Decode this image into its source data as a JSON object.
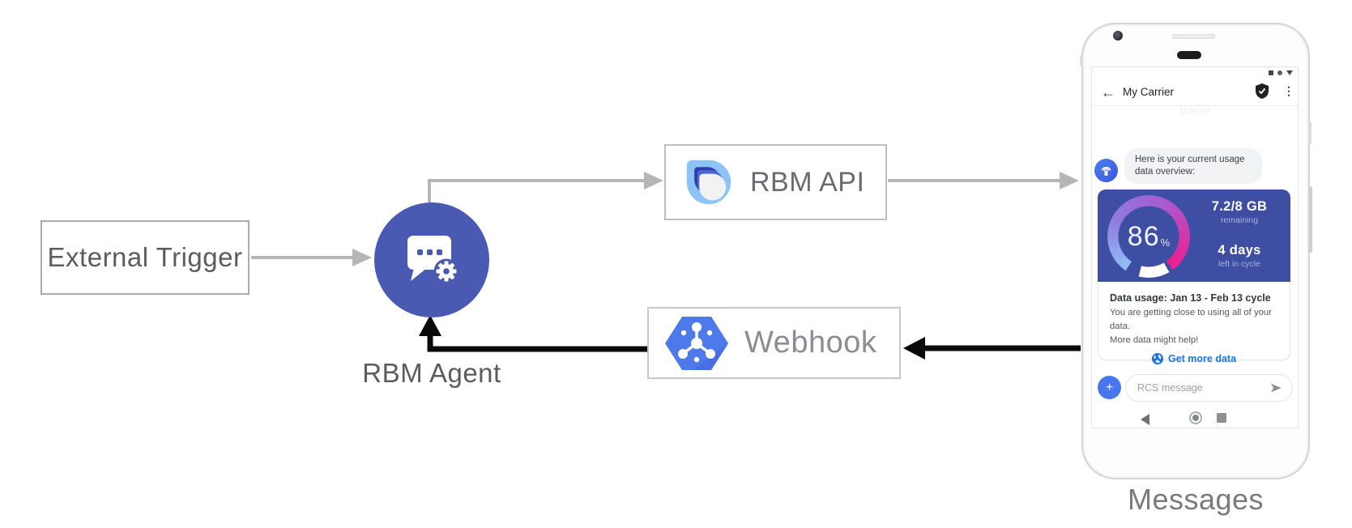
{
  "diagram": {
    "nodes": {
      "external_trigger": {
        "label": "External Trigger"
      },
      "rbm_agent": {
        "label": "RBM Agent"
      },
      "rbm_api": {
        "label": "RBM API"
      },
      "webhook": {
        "label": "Webhook"
      }
    },
    "phone_caption": "Messages",
    "flows": [
      "External Trigger -> RBM Agent",
      "RBM Agent -> RBM API",
      "RBM API -> Phone (Messages)",
      "Phone (Messages) -> Webhook",
      "Webhook -> RBM Agent"
    ]
  },
  "phone": {
    "header": {
      "back_glyph": "←",
      "title": "My Carrier",
      "menu_glyph": "⋮"
    },
    "faint_timestamp": "12:30 PM",
    "conversation": {
      "agent_message": {
        "line1": "Here is your current usage",
        "line2": "data overview:"
      },
      "usage_card": {
        "percent_remaining": "86",
        "percent_symbol": "%",
        "data_remaining_value": "7.2/8 GB",
        "data_remaining_label": "remaining",
        "days_left_value": "4 days",
        "days_left_label": "left in cycle",
        "title": "Data usage: Jan 13 - Feb 13 cycle",
        "body_line1": "You are getting close to using all of your data.",
        "body_line2": "More data might help!",
        "action_label": "Get more data"
      }
    },
    "composer": {
      "plus_glyph": "+",
      "placeholder": "RCS message"
    }
  },
  "colors": {
    "agent_circle": "#4A59B2",
    "card_indigo": "#3E4EA3",
    "gauge_gradient": [
      "#8FC0F2",
      "#8F7CE0",
      "#A85ACF",
      "#ED1E8F"
    ],
    "gauge_remaining_arc": "#FFFFFF",
    "link_blue": "#1A73E8",
    "plus_button_blue": "#4677EE",
    "pubsub_hexagon_blue": "#4E79EA",
    "rbm_logo_light_blue": "#8DC4F5",
    "arrow_gray": "#B6B6B6",
    "arrow_black": "#0A0A0A"
  }
}
